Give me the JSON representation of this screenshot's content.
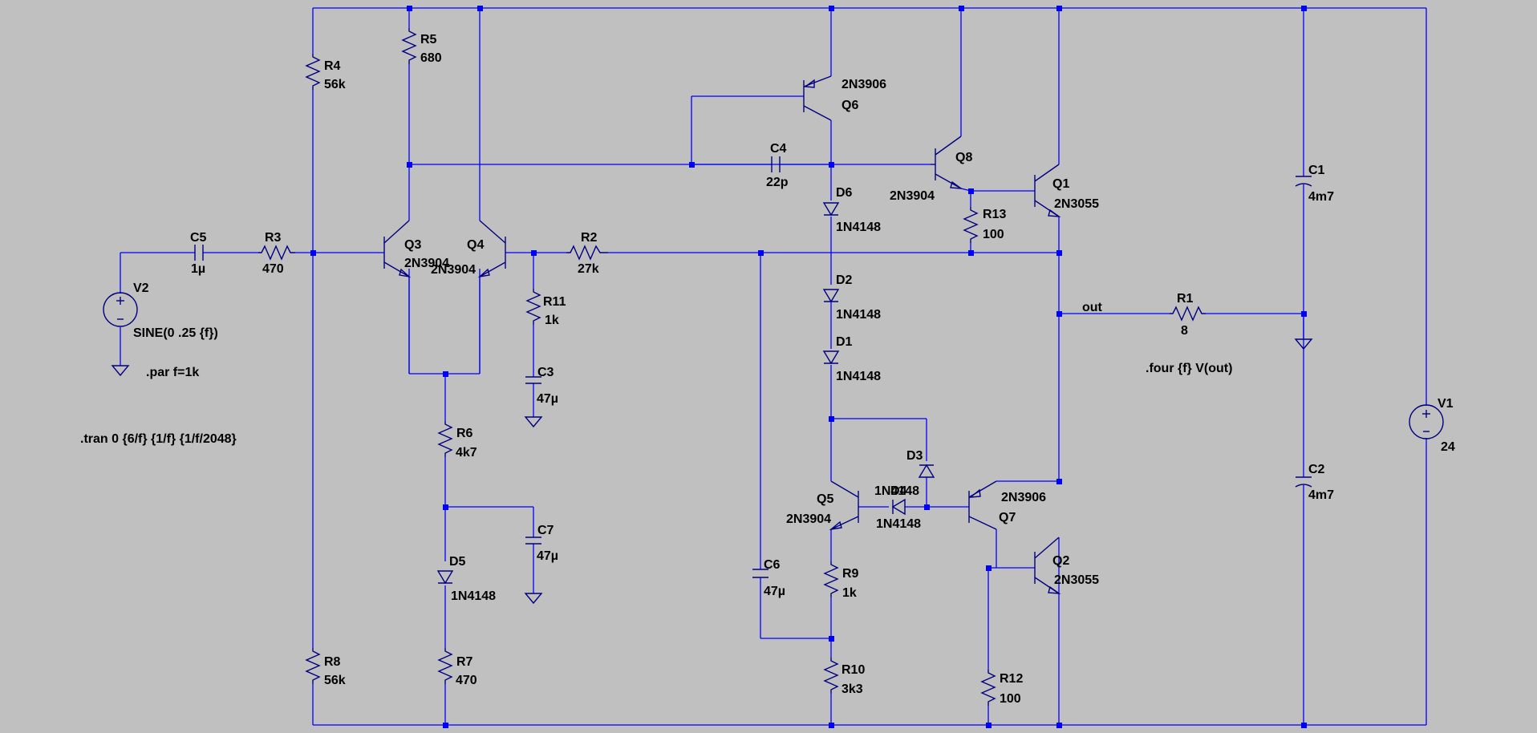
{
  "labels": {
    "r4_name": "R4",
    "r4_val": "56k",
    "r5_name": "R5",
    "r5_val": "680",
    "r8_name": "R8",
    "r8_val": "56k",
    "r3_name": "R3",
    "r3_val": "470",
    "c5_name": "C5",
    "c5_val": "1µ",
    "v2_name": "V2",
    "v2_val": "SINE(0 .25 {f})",
    "dir_par": ".par f=1k",
    "dir_tran": ".tran 0 {6/f} {1/f} {1/f/2048}",
    "q3_name": "Q3",
    "q3_model": "2N3904",
    "q4_name": "Q4",
    "q4_model": "2N3904",
    "r2_name": "R2",
    "r2_val": "27k",
    "r11_name": "R11",
    "r11_val": "1k",
    "c3_name": "C3",
    "c3_val": "47µ",
    "r6_name": "R6",
    "r6_val": "4k7",
    "c7_name": "C7",
    "c7_val": "47µ",
    "d5_name": "D5",
    "d5_model": "1N4148",
    "r7_name": "R7",
    "r7_val": "470",
    "q6_model": "2N3906",
    "q6_name": "Q6",
    "c4_name": "C4",
    "c4_val": "22p",
    "d6_name": "D6",
    "d6_model": "1N4148",
    "d2_name": "D2",
    "d2_model": "1N4148",
    "d1_name": "D1",
    "d1_model": "1N4148",
    "q8_name": "Q8",
    "q8_model": "2N3904",
    "r13_name": "R13",
    "r13_val": "100",
    "q1_name": "Q1",
    "q1_model": "2N3055",
    "out_label": "out",
    "r1_name": "R1",
    "r1_val": "8",
    "dir_four": ".four {f} V(out)",
    "c1_name": "C1",
    "c1_val": "4m7",
    "c2_name": "C2",
    "c2_val": "4m7",
    "v1_name": "V1",
    "v1_val": "24",
    "d3_name": "D3",
    "d3_model": "1N4148",
    "d4_name": "D4",
    "d4_model": "1N4148",
    "q5_name": "Q5",
    "q5_model": "2N3904",
    "q7_model": "2N3906",
    "q7_name": "Q7",
    "c6_name": "C6",
    "c6_val": "47µ",
    "r9_name": "R9",
    "r9_val": "1k",
    "r10_name": "R10",
    "r10_val": "3k3",
    "r12_name": "R12",
    "r12_val": "100",
    "q2_name": "Q2",
    "q2_model": "2N3055"
  },
  "colors": {
    "background": "#c0c0c0",
    "wire": "#0000ff",
    "component": "#000080",
    "text": "#000000"
  }
}
